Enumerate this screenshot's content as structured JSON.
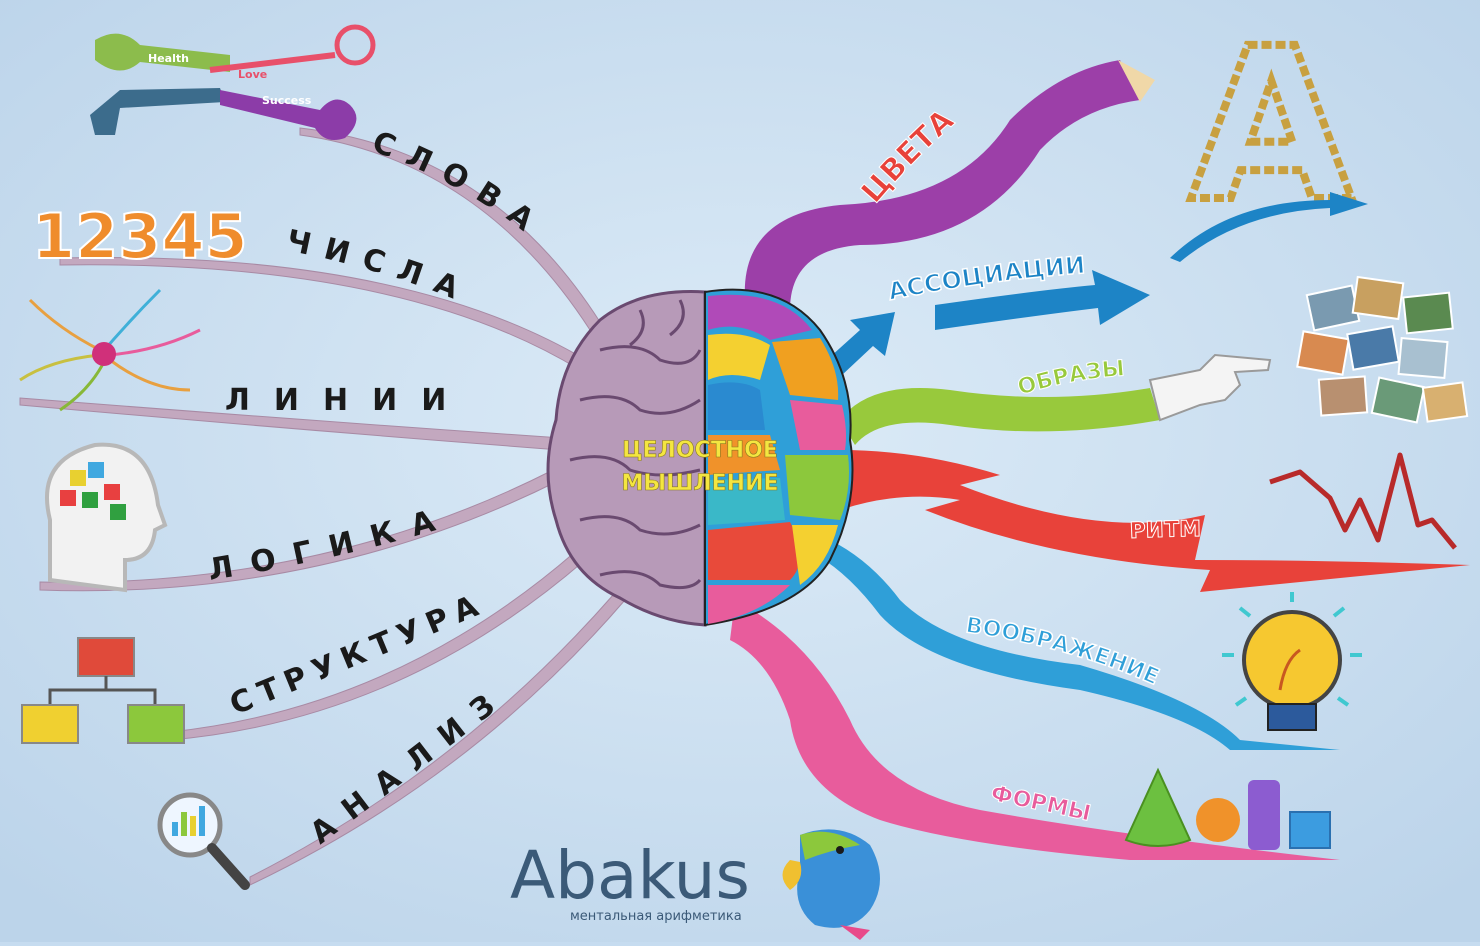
{
  "center": {
    "line1": "ЦЕЛОСТНОЕ",
    "line2": "МЫШЛЕНИЕ"
  },
  "left_branches": {
    "words": "СЛОВА",
    "numbers": "ЧИСЛА",
    "lines": "ЛИНИИ",
    "logic": "ЛОГИКА",
    "structure": "СТРУКТУРА",
    "analysis": "АНАЛИЗ"
  },
  "right_branches": {
    "colors": "ЦВЕТА",
    "associations": "АССОЦИАЦИИ",
    "images": "ОБРАЗЫ",
    "rhythm": "РИТМ",
    "imagination": "ВООБРАЖЕНИЕ",
    "forms": "ФОРМЫ"
  },
  "numbers_illustration": "12345",
  "key_words": [
    "Health",
    "Love",
    "Success"
  ],
  "letter_illustration": "A",
  "logo": {
    "name": "Abakus",
    "tagline": "ментальная арифметика"
  },
  "colors": {
    "background": "#c6dcf0",
    "left_branch": "#c3a8bf",
    "brain_left": "#b79ab8",
    "purple": "#9c3fa8",
    "blue": "#1d84c6",
    "green": "#98c93c",
    "red": "#e8423a",
    "sky": "#2f9fd8",
    "pink": "#e85c9c",
    "logo_text": "#3b5a78"
  },
  "icons": [
    "key-icon",
    "numbers-icon",
    "neuron-icon",
    "head-puzzle-icon",
    "hierarchy-icon",
    "magnifier-icon",
    "letter-a-icon",
    "photos-icon",
    "hand-icon",
    "heartbeat-icon",
    "lightbulb-icon",
    "cone-icon",
    "sphere-icon",
    "cylinder-icon",
    "cube-icon",
    "parrot-icon",
    "pencil-tip-icon"
  ]
}
